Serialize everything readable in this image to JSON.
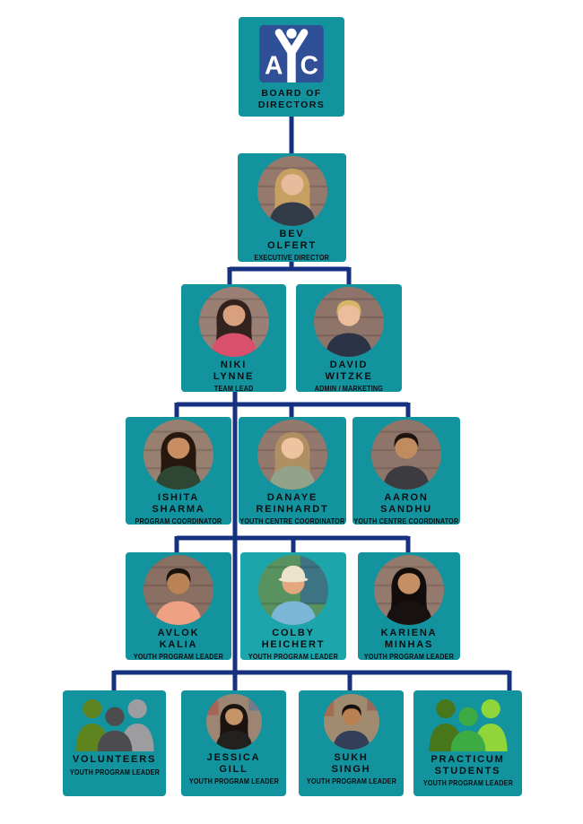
{
  "palette": {
    "box_teal": "#12939D",
    "box_teal_light": "#1CA5AB",
    "connector_navy": "#16317F",
    "logo_navy": "#2F4F96",
    "text_dark": "#0B0F14"
  },
  "board": {
    "logo_letter_left": "A",
    "logo_letter_right": "C",
    "label1": "BOARD OF",
    "label2": "DIRECTORS"
  },
  "nodes": {
    "bev": {
      "name1": "BEV",
      "name2": "OLFERT",
      "title": "EXECUTIVE DIRECTOR",
      "avatar_variant": "long",
      "avatar_style": "--av-bg:#96796D;--av-skin:#E9BB9D;--av-hair:#C7A061;--av-shirt:#323C49"
    },
    "niki": {
      "name1": "NIKI",
      "name2": "LYNNE",
      "title": "TEAM LEAD",
      "avatar_variant": "long",
      "avatar_style": "--av-bg:#9A7F74;--av-skin:#D9A07E;--av-hair:#33231F;--av-shirt:#D8506B"
    },
    "david": {
      "name1": "DAVID",
      "name2": "WITZKE",
      "title": "ADMIN / MARKETING",
      "avatar_variant": "short",
      "avatar_style": "--av-bg:#8F746A;--av-skin:#EBBD9B;--av-hair:#D7B567;--av-shirt:#2C3347"
    },
    "ishita": {
      "name1": "ISHITA",
      "name2": "SHARMA",
      "title": "PROGRAM COORDINATOR",
      "avatar_variant": "long",
      "avatar_style": "--av-bg:#97806F;--av-skin:#C98D63;--av-hair:#26180F;--av-shirt:#2D4734"
    },
    "danaye": {
      "name1": "DANAYE",
      "name2": "REINHARDT",
      "title": "YOUTH CENTRE COORDINATOR",
      "avatar_variant": "long",
      "avatar_style": "--av-bg:#93786D;--av-skin:#EDC3A0;--av-hair:#B08F62;--av-shirt:#93A389"
    },
    "aaron": {
      "name1": "AARON",
      "name2": "SANDHU",
      "title": "YOUTH CENTRE COORDINATOR",
      "avatar_variant": "short",
      "avatar_style": "--av-bg:#8F7569;--av-skin:#C08B5E;--av-hair:#1D1410;--av-shirt:#3C3B40"
    },
    "avlok": {
      "name1": "AVLOK",
      "name2": "KALIA",
      "title": "YOUTH PROGRAM LEADER",
      "avatar_variant": "short",
      "avatar_style": "--av-bg:#8A6F63;--av-skin:#B98357;--av-hair:#1A120C;--av-shirt:#EFA183"
    },
    "colby": {
      "name1": "COLBY",
      "name2": "HEICHERT",
      "title": "YOUTH PROGRAM LEADER",
      "avatar_variant": "cap",
      "avatar_style": "--av-bg:#58925F;--av-skin:#E5A77F;--av-hair:#ECE3CD;--av-shirt:#7DB7D8",
      "box_style": "--box:#1CA5AB"
    },
    "kariena": {
      "name1": "KARIENA",
      "name2": "MINHAS",
      "title": "YOUTH PROGRAM LEADER",
      "avatar_variant": "long",
      "avatar_style": "--av-bg:#94796D;--av-skin:#C59066;--av-hair:#120D0A;--av-shirt:#17120F"
    },
    "volunteers": {
      "name1": "VOLUNTEERS",
      "name2": "",
      "title": "YOUTH PROGRAM LEADER",
      "icon_style": "--g1:#5E8420;--g2:#4C4C4E;--g3:#9D9DA0"
    },
    "jessica": {
      "name1": "JESSICA",
      "name2": "GILL",
      "title": "YOUTH PROGRAM LEADER",
      "avatar_variant": "long",
      "avatar_style": "--av-bg:#9C8673;--av-skin:#C79468;--av-hair:#1C130E;--av-shirt:#23211F"
    },
    "sukh": {
      "name1": "SUKH",
      "name2": "SINGH",
      "title": "YOUTH PROGRAM LEADER",
      "avatar_variant": "short",
      "avatar_style": "--av-bg:#A08A70;--av-skin:#B98052;--av-hair:#14100B;--av-shirt:#333F58"
    },
    "practicum": {
      "name1": "PRACTICUM",
      "name2": "STUDENTS",
      "title": "YOUTH PROGRAM LEADER",
      "icon_style": "--g1:#47761B;--g2:#3CAB43;--g3:#90D63A"
    }
  }
}
